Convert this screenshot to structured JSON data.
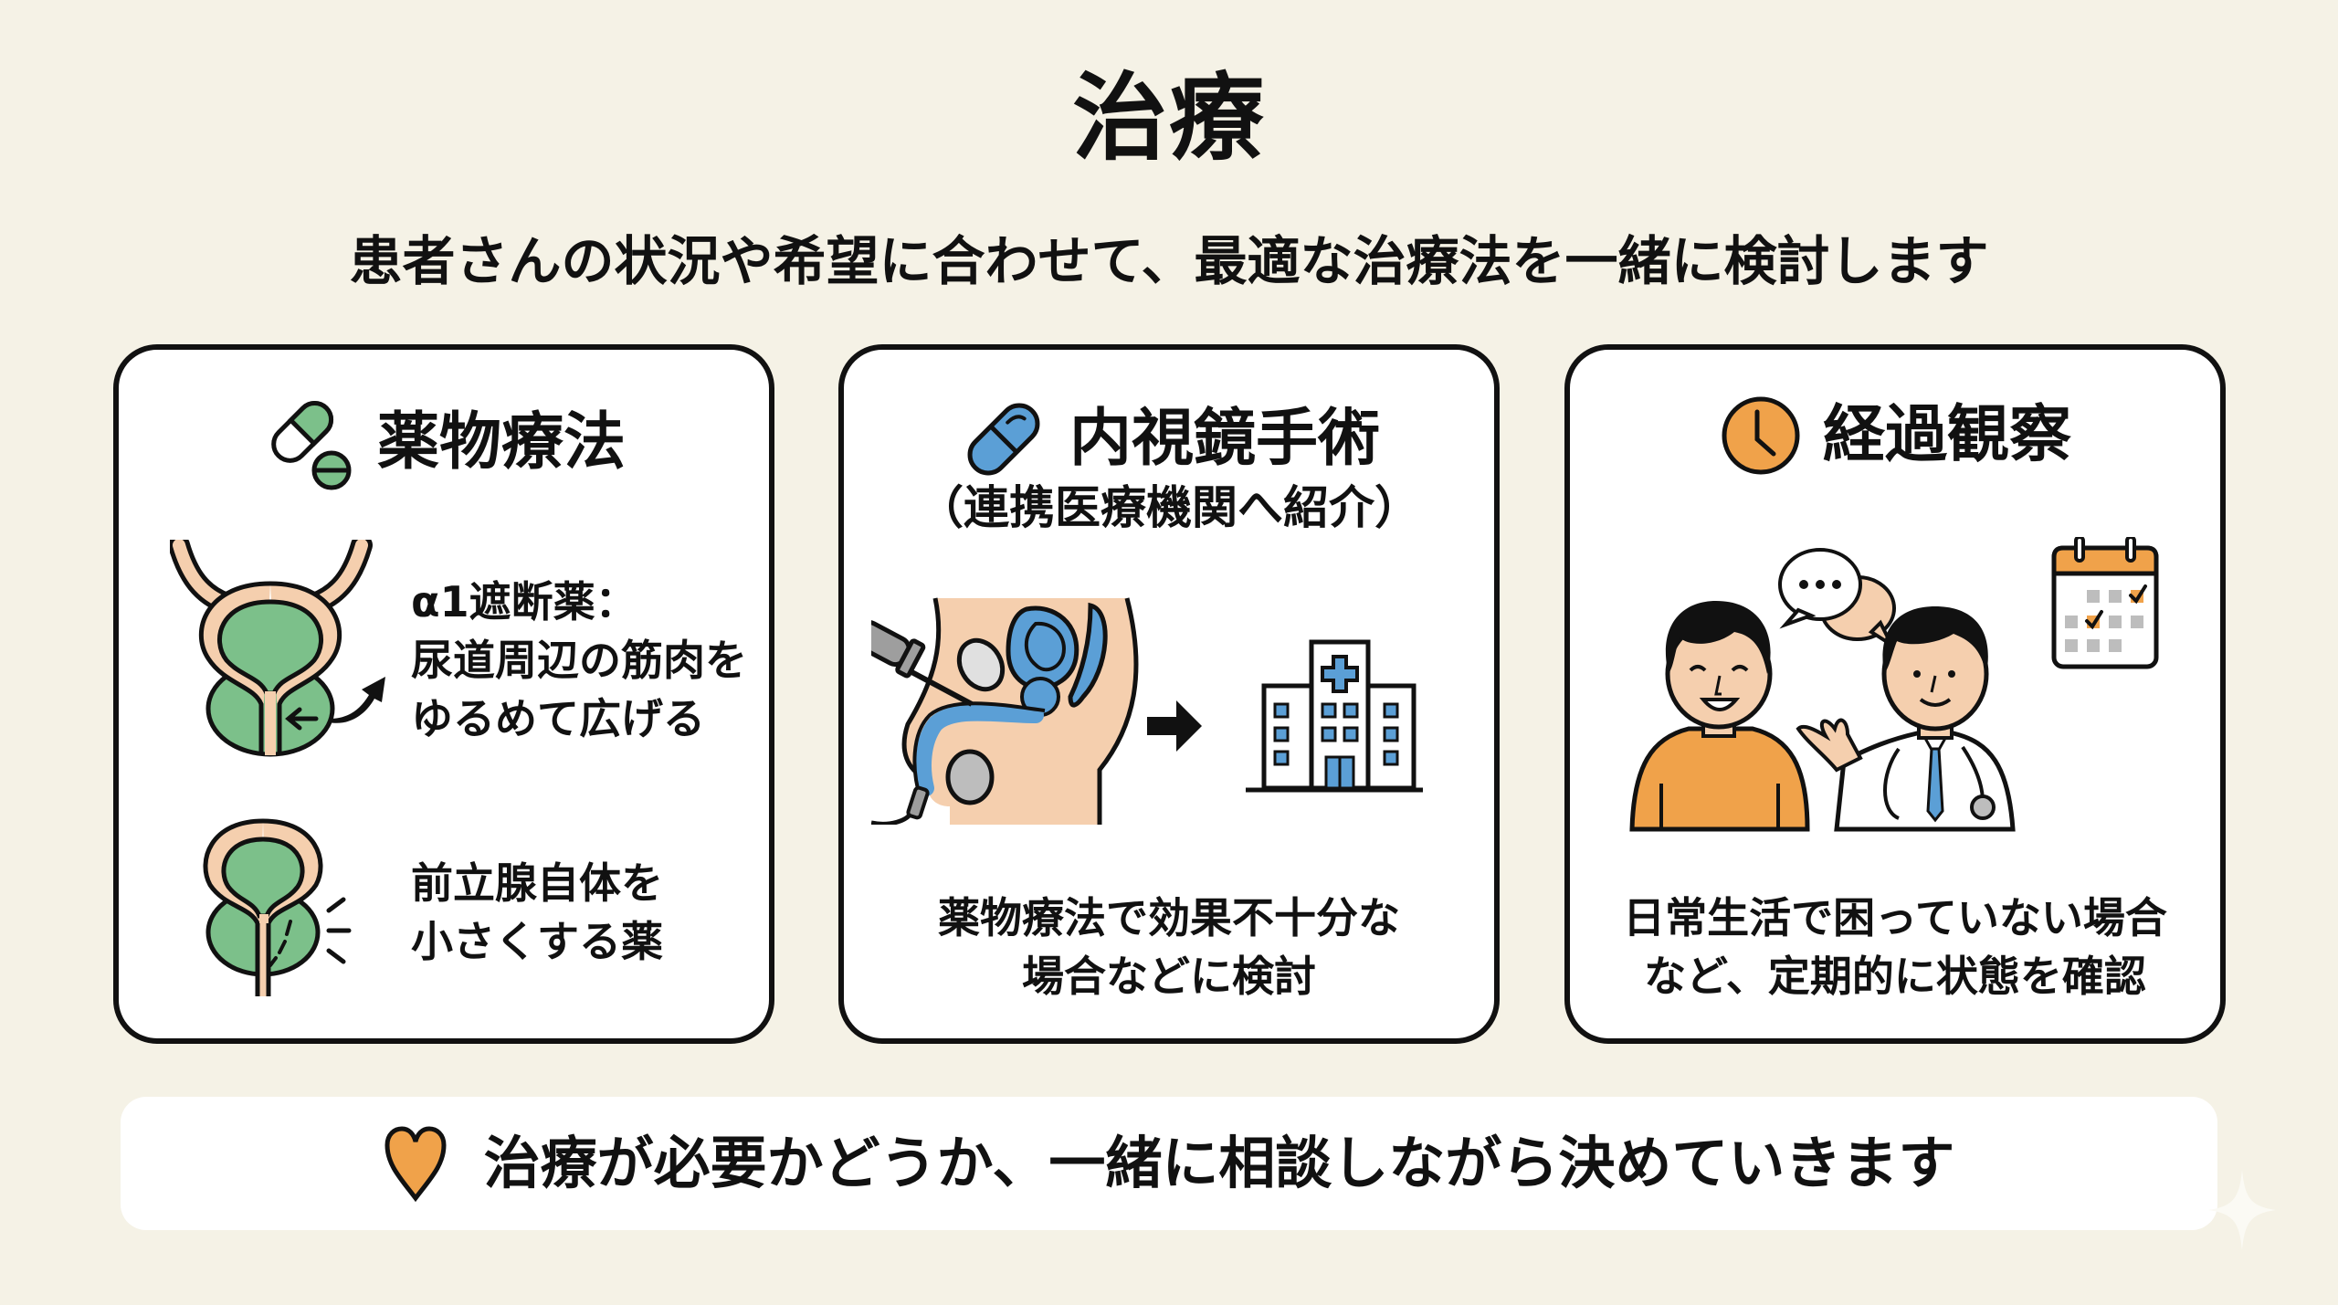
{
  "header": {
    "title": "治療",
    "subtitle": "患者さんの状況や希望に合わせて、最適な治療法を一緒に検討します"
  },
  "colors": {
    "background": "#f5f2e6",
    "green": "#7cc08a",
    "peach": "#f5cfae",
    "blue": "#5b9fd6",
    "orange": "#f0a24a",
    "gray": "#bdbdbd",
    "outline": "#111111"
  },
  "cards": [
    {
      "icon": "pill-capsule-icon",
      "title": "薬物療法",
      "items": [
        {
          "illustration": "bladder-prostate-relax-illustration",
          "lines": [
            "α1遮断薬：",
            "尿道周辺の筋肉を",
            "ゆるめて広げる"
          ]
        },
        {
          "illustration": "prostate-shrink-illustration",
          "lines": [
            "前立腺自体を",
            "小さくする薬"
          ]
        }
      ]
    },
    {
      "icon": "capsule-icon",
      "title": "内視鏡手術",
      "subtitle": "（連携医療機関へ紹介）",
      "illustration": "endoscope-to-hospital-illustration",
      "lines": [
        "薬物療法で効果不十分な",
        "場合などに検討"
      ]
    },
    {
      "icon": "clock-icon",
      "title": "経過観察",
      "illustration": "patient-doctor-calendar-illustration",
      "lines": [
        "日常生活で困っていない場合",
        "など、定期的に状態を確認"
      ]
    }
  ],
  "banner": {
    "icon": "heart-icon",
    "text": "治療が必要かどうか、一緒に相談しながら決めていきます"
  }
}
